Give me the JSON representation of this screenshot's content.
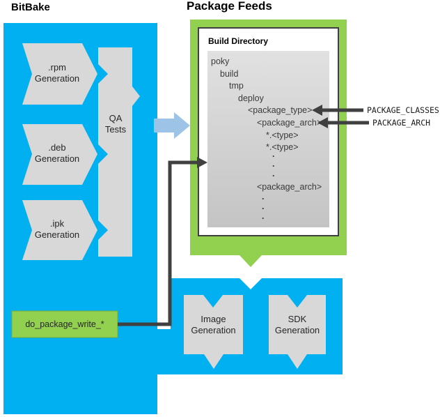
{
  "titles": {
    "bitbake": "BitBake",
    "package_feeds": "Package Feeds"
  },
  "bitbake": {
    "rpm_label": ".rpm\nGeneration",
    "deb_label": ".deb\nGeneration",
    "ipk_label": ".ipk\nGeneration",
    "qa_label": "QA\nTests",
    "do_package_label": "do_package_write_*"
  },
  "feeds": {
    "build_directory_label": "Build Directory",
    "tree": [
      "poky",
      "build",
      "tmp",
      "deploy",
      "<package_type>",
      "<package_arch>",
      "*.<type>",
      "*.<type>",
      ".",
      ".",
      ".",
      "<package_arch>",
      ".",
      ".",
      "."
    ]
  },
  "annotations": {
    "package_classes": "PACKAGE_CLASSES",
    "package_arch": "PACKAGE_ARCH"
  },
  "bottom": {
    "image_label": "Image\nGeneration",
    "sdk_label": "SDK\nGeneration"
  },
  "colors": {
    "bitbake_blue": "#00B0F0",
    "feeds_green": "#92D050",
    "shape_gray": "#D8D8D8",
    "flow_arrow_blue": "#9DC3E6",
    "connector_dark": "#404040"
  }
}
